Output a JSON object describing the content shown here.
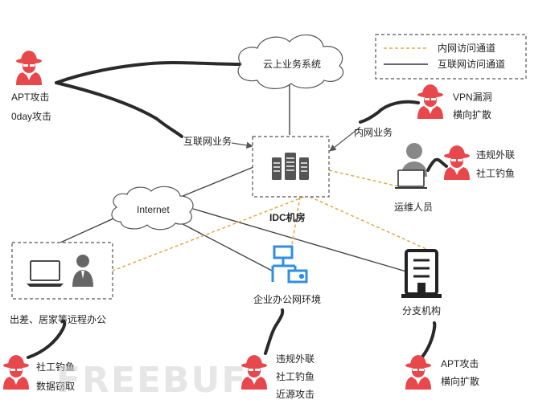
{
  "colors": {
    "internal_channel": "#e0a94b",
    "internet_channel": "#333333",
    "threat": "#e8474b",
    "office_network": "#2f8fe0",
    "neutral": "#555555"
  },
  "legend": {
    "internal_label": "内网访问通道",
    "internet_label": "互联网访问通道"
  },
  "nodes": {
    "cloud_business": "云上业务系统",
    "internet": "Internet",
    "idc": "IDC机房",
    "ops_staff": "运维人员",
    "enterprise_office": "企业办公网环境",
    "branch": "分支机构",
    "remote_office": "出差、居家等远程办公"
  },
  "edge_labels": {
    "internet_business": "互联网业务",
    "intranet_business": "内网业务"
  },
  "threats": {
    "apt_top": {
      "line1": "APT攻击",
      "line2": "0day攻击",
      "icon": "hacker-icon"
    },
    "vpn": {
      "line1": "VPN漏洞",
      "line2": "横向扩散",
      "icon": "hacker-icon"
    },
    "ops": {
      "line1": "违规外联",
      "line2": "社工钓鱼",
      "icon": "hacker-icon"
    },
    "remote": {
      "line1": "社工钓鱼",
      "line2": "数据窃取",
      "icon": "hacker-icon"
    },
    "office": {
      "line1": "违规外联",
      "line2": "社工钓鱼",
      "line3": "近源攻击",
      "icon": "hacker-icon"
    },
    "branch": {
      "line1": "APT攻击",
      "line2": "横向扩散",
      "icon": "hacker-icon"
    }
  },
  "watermark": "FREEBUF"
}
